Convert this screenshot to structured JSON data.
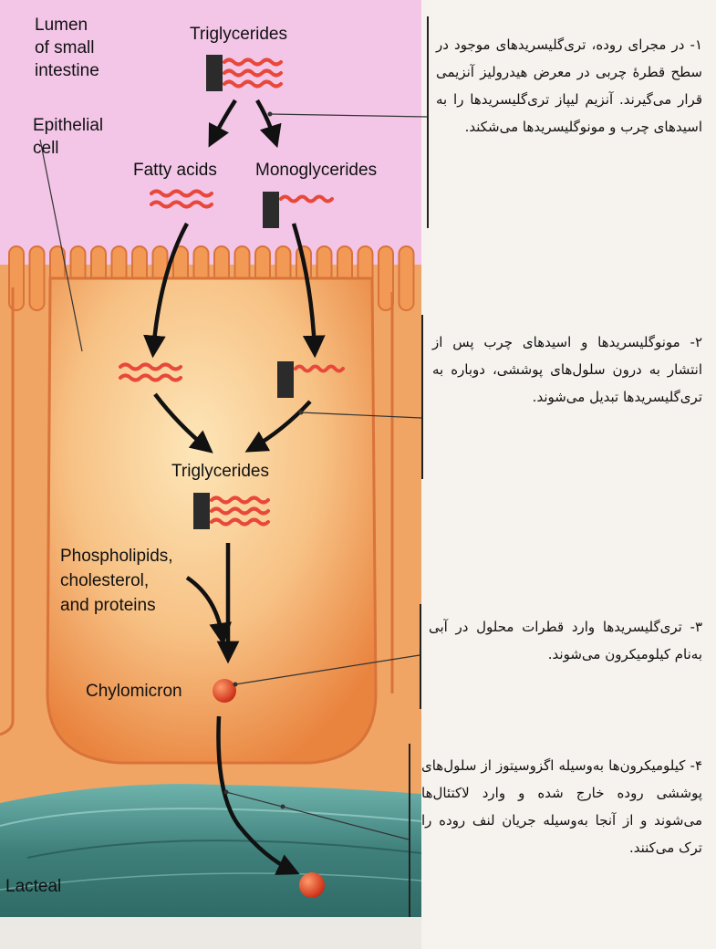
{
  "labels": {
    "lumen": [
      "Lumen",
      "of small",
      "intestine"
    ],
    "epithelial": [
      "Epithelial",
      "cell"
    ],
    "triglycerides_top": "Triglycerides",
    "fatty_acids": "Fatty acids",
    "monoglycerides": "Monoglycerides",
    "triglycerides_mid": "Triglycerides",
    "phospho": [
      "Phospholipids,",
      "cholesterol,",
      "and proteins"
    ],
    "chylomicron": "Chylomicron",
    "lacteal": "Lacteal"
  },
  "notes": [
    "۱- در مجرای روده، تری‌گلیسریدهای موجود در سطح قطرهٔ چربی در معرض هیدرولیز آنزیمی قرار می‌گیرند. آنزیم لیپاز تری‌گلیسریدها را به اسیدهای چرب و مونوگلیسریدها می‌شکند.",
    "۲- مونوگلیسریدها و اسیدهای چرب پس از انتشار به درون سلول‌های پوششی، دوباره به تری‌گلیسریدها تبدیل می‌شوند.",
    "۳- تری‌گلیسریدها وارد قطرات محلول در آبی به‌نام کیلومیکرون می‌شوند.",
    "۴- کیلومیکرون‌ها به‌وسیله اگزوسیتوز از سلول‌های پوششی روده خارج شده و وارد لاکتئال‌ها می‌شوند و از آنجا به‌وسیله جریان لنف روده را ترک می‌کنند."
  ],
  "colors": {
    "lumen": "#f3c6e8",
    "cell": "#f2a766",
    "cell_core": "#fde3b3",
    "lacteal": "#4e8f8a",
    "fat": "#e8483a",
    "head": "#2b2b2b",
    "chylomicron": "#d63a1f"
  }
}
